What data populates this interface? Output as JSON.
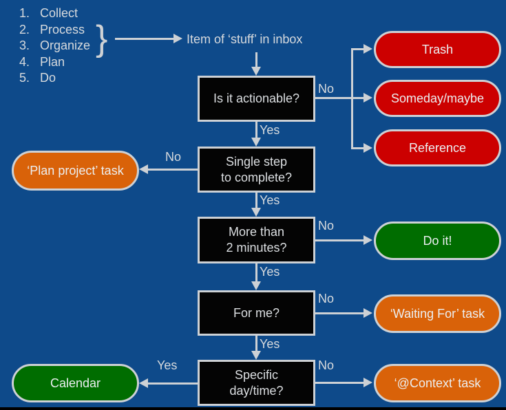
{
  "colors": {
    "background": "#0E4A8A",
    "line_gray": "#CDD1D5",
    "decision_black": "#040404",
    "outcome_red": "#CC0000",
    "outcome_green": "#006D00",
    "outcome_orange": "#D96209",
    "text_light": "#D7DADD"
  },
  "steps": [
    {
      "num": "1.",
      "label": "Collect"
    },
    {
      "num": "2.",
      "label": "Process"
    },
    {
      "num": "3.",
      "label": "Organize"
    },
    {
      "num": "4.",
      "label": "Plan"
    },
    {
      "num": "5.",
      "label": "Do"
    }
  ],
  "bracket_glyph": "}",
  "inbox_label": "Item of ‘stuff’ in inbox",
  "decisions": [
    {
      "line1": "Is it actionable?",
      "line2": ""
    },
    {
      "line1": "Single step",
      "line2": "to complete?"
    },
    {
      "line1": "More than",
      "line2": "2 minutes?"
    },
    {
      "line1": "For me?",
      "line2": ""
    },
    {
      "line1": "Specific",
      "line2": "day/time?"
    }
  ],
  "outcomes": {
    "trash": {
      "label": "Trash",
      "color": "#CC0000"
    },
    "someday_maybe": {
      "label": "Someday/maybe",
      "color": "#CC0000"
    },
    "reference": {
      "label": "Reference",
      "color": "#CC0000"
    },
    "plan_project": {
      "label": "‘Plan project’ task",
      "color": "#D96209"
    },
    "do_it": {
      "label": "Do it!",
      "color": "#006D00"
    },
    "waiting_for": {
      "label": "‘Waiting For’ task",
      "color": "#D96209"
    },
    "calendar": {
      "label": "Calendar",
      "color": "#006D00"
    },
    "context": {
      "label": "‘@Context’ task",
      "color": "#D96209"
    }
  },
  "edge_labels": {
    "yes": "Yes",
    "no": "No"
  }
}
